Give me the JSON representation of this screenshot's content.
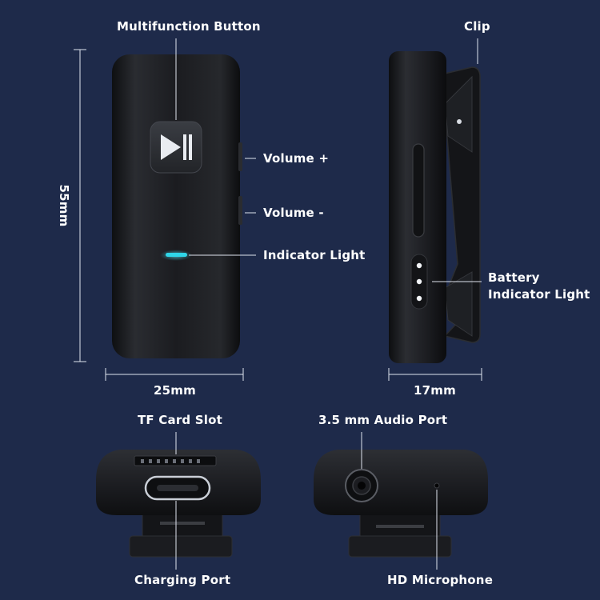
{
  "labels": {
    "multifunction_button": "Multifunction Button",
    "volume_up": "Volume +",
    "volume_down": "Volume -",
    "indicator_light": "Indicator Light",
    "clip": "Clip",
    "battery_indicator_line1": "Battery",
    "battery_indicator_line2": "Indicator Light",
    "tf_card_slot": "TF Card Slot",
    "charging_port": "Charging Port",
    "audio_port": "3.5 mm Audio Port",
    "hd_microphone": "HD Microphone"
  },
  "dimensions": {
    "height": "55mm",
    "width": "25mm",
    "depth": "17mm"
  },
  "colors": {
    "background": "#1e2a4a",
    "device_body": "#1a1b1e",
    "indicator_light": "#2fd6e8"
  },
  "icons": {
    "play_pause": "play-pause-icon"
  }
}
